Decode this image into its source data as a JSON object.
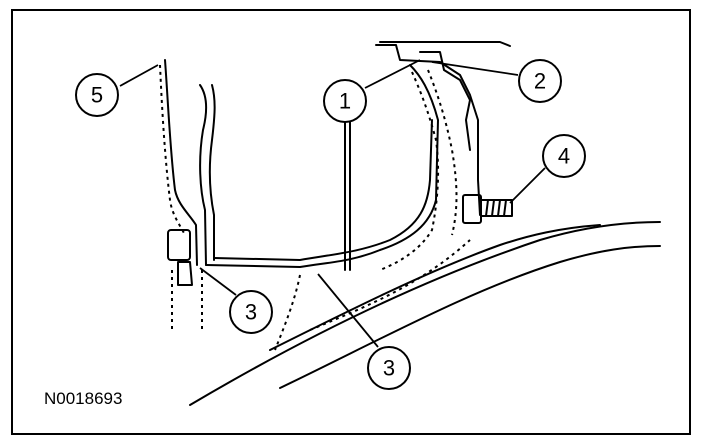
{
  "figure": {
    "id": "N0018693",
    "callouts": [
      {
        "key": "c1",
        "label": "1"
      },
      {
        "key": "c2",
        "label": "2"
      },
      {
        "key": "c3a",
        "label": "3"
      },
      {
        "key": "c3b",
        "label": "3"
      },
      {
        "key": "c4",
        "label": "4"
      },
      {
        "key": "c5",
        "label": "5"
      }
    ]
  }
}
